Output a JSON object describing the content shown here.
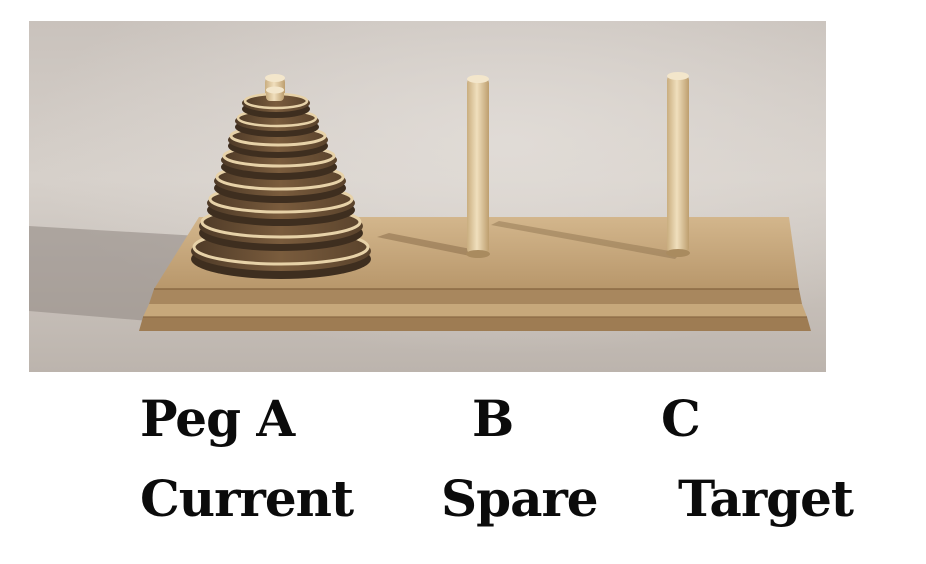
{
  "photo": {
    "subject": "tower-of-hanoi-wooden-puzzle"
  },
  "labels": {
    "peg_a": "Peg A",
    "peg_b": "B",
    "peg_c": "C",
    "current": "Current",
    "spare": "Spare",
    "target": "Target"
  }
}
